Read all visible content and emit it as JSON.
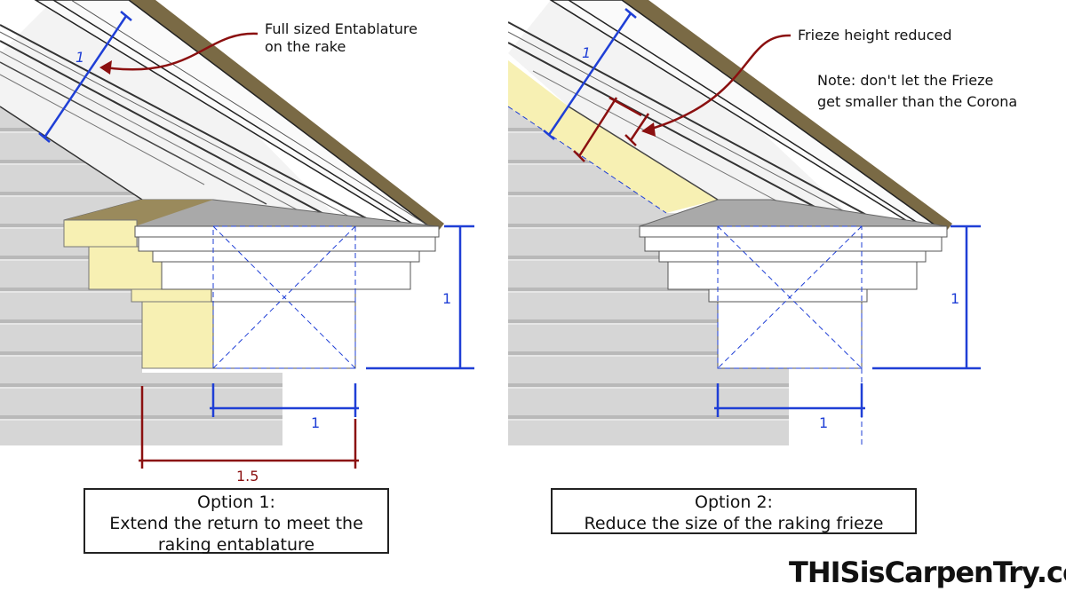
{
  "panel1": {
    "annotation_line1": "Full sized Entablature",
    "annotation_line2": "on the rake",
    "rake_dim": "1",
    "height_dim": "1",
    "width_dim": "1",
    "return_dim": "1.5",
    "caption_line1": "Option 1:",
    "caption_line2": "Extend the return to meet the",
    "caption_line3": "raking entablature"
  },
  "panel2": {
    "annotation": "Frieze height reduced",
    "note_line1": "Note: don't let the Frieze",
    "note_line2": "get smaller than the Corona",
    "rake_dim": "1",
    "height_dim": "1",
    "width_dim": "1",
    "caption_line1": "Option 2:",
    "caption_line2": "Reduce the size of the raking frieze"
  },
  "brand": "THISisCarpenTry.com",
  "colors": {
    "dimension_blue": "#1f3fd6",
    "annotation_red": "#8b1010",
    "siding": "#d3d3d3",
    "return_fill": "#f7f0b3",
    "roof_brown": "#7a6a45",
    "cornice_gray": "#a5a5a5"
  }
}
